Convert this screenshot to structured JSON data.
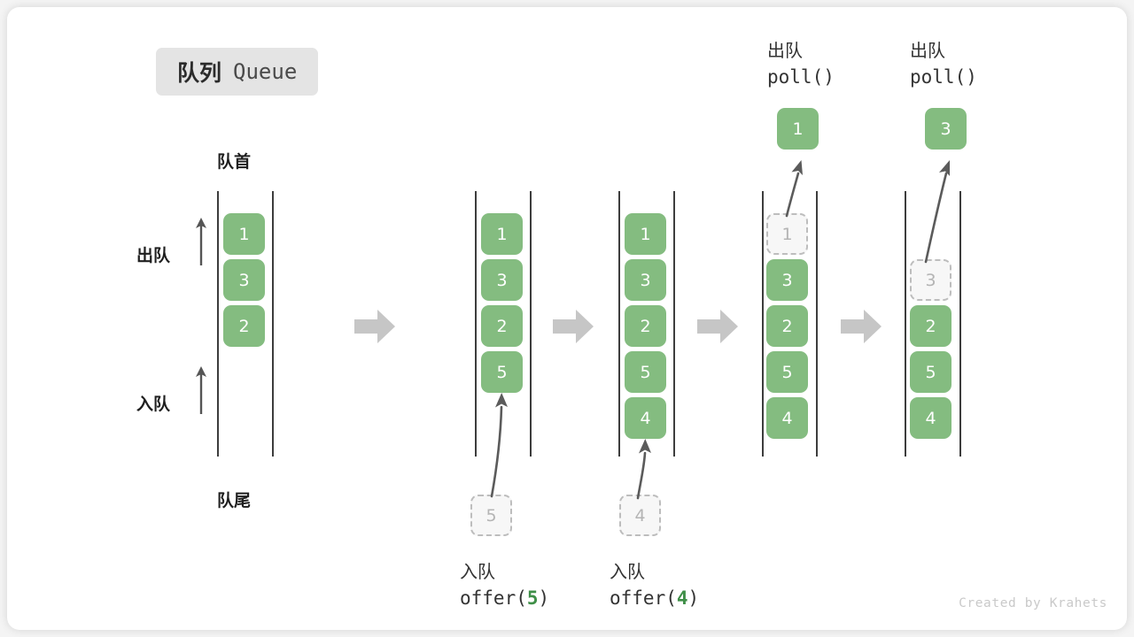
{
  "page": {
    "background": "#f4f4f4",
    "card_background": "#ffffff",
    "accent_green": "#84bc80",
    "ghost_gray": "#bdbdbd",
    "rail_color": "#3d3d3d",
    "arrow_gray": "#c6c6c6"
  },
  "title": {
    "cn": "队列",
    "en": "Queue"
  },
  "labels": {
    "front": "队首",
    "rear": "队尾",
    "dequeue": "出队",
    "enqueue": "入队"
  },
  "footer": {
    "credit": "Created by Krahets"
  },
  "operations": {
    "offer5": {
      "cn": "入队",
      "fn": "offer(",
      "arg": "5",
      "close": ")"
    },
    "offer4": {
      "cn": "入队",
      "fn": "offer(",
      "arg": "4",
      "close": ")"
    },
    "poll1": {
      "cn": "出队",
      "fn": "poll()"
    },
    "poll2": {
      "cn": "出队",
      "fn": "poll()"
    }
  },
  "stages": [
    {
      "id": "initial",
      "items": [
        "1",
        "3",
        "2"
      ],
      "ghost_index": -1,
      "incoming": null,
      "outgoing": null
    },
    {
      "id": "after-offer-5",
      "items": [
        "1",
        "3",
        "2",
        "5"
      ],
      "ghost_index": -1,
      "incoming": "5",
      "outgoing": null
    },
    {
      "id": "after-offer-4",
      "items": [
        "1",
        "3",
        "2",
        "5",
        "4"
      ],
      "ghost_index": -1,
      "incoming": "4",
      "outgoing": null
    },
    {
      "id": "after-poll-1",
      "items": [
        "1",
        "3",
        "2",
        "5",
        "4"
      ],
      "ghost_index": 0,
      "incoming": null,
      "outgoing": "1"
    },
    {
      "id": "after-poll-3",
      "items": [
        "3",
        "2",
        "5",
        "4"
      ],
      "ghost_index": 0,
      "incoming": null,
      "outgoing": "3"
    }
  ]
}
